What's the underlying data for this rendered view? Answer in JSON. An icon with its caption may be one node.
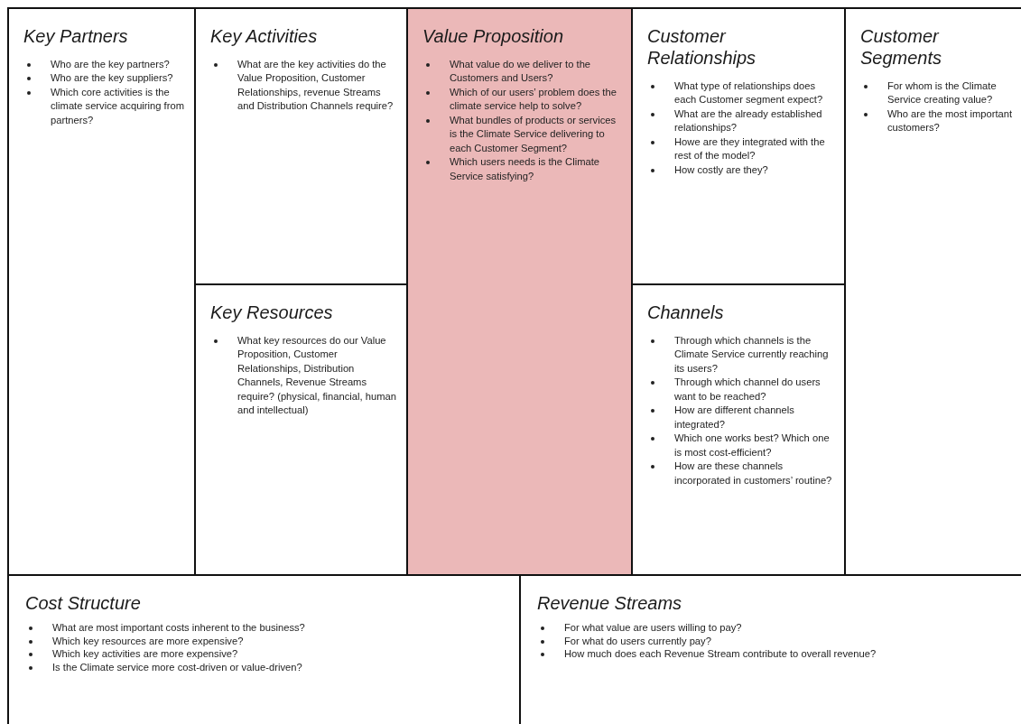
{
  "diagram": {
    "nodes": [
      {
        "text": [
          "Key Partners",
          "Who are the key partners?",
          "Who are the key suppliers?",
          "Which core activities is the climate service acquiring from partners?"
        ]
      },
      {
        "text": [
          "Key Activities",
          "What are the key activities do the Value Proposition, Customer Relationships, revenue Streams and Distribution Channels require?"
        ]
      },
      {
        "text": [
          "Key Resources",
          "What key resources do our Value Proposition, Customer Relationships, Distribution Channels, Revenue Streams require? (physical, financial, human and intellectual)"
        ]
      },
      {
        "text": [
          "Value Proposition",
          "What value do we deliver to the Customers and Users?",
          "Which of our users’ problem does the climate service help to solve?",
          "What bundles of products or services is the Climate Service delivering to each Customer Segment?",
          "Which users needs is the Climate Service satisfying?"
        ]
      },
      {
        "text": [
          "Customer Relationships",
          "What type of relationships does each Customer segment expect?",
          "What are the already established relationships?",
          "Howe are they integrated with the rest of the model?",
          "How costly are they?"
        ]
      },
      {
        "text": [
          "Channels",
          "Through which channels is the Climate Service currently reaching its users?",
          "Through which channel do users want to be reached?",
          "How are different channels integrated?",
          "Which one works best? Which one is most cost-efficient?",
          "How are these channels incorporated in customers’ routine?"
        ]
      },
      {
        "text": [
          "Customer Segments",
          "For whom is the Climate Service creating value?",
          "Who are the most important customers?"
        ]
      },
      {
        "text": [
          "Cost Structure",
          "What are most important costs inherent to the business?",
          "Which key resources are more expensive?",
          "Which key activities are more expensive?",
          "Is the Climate service more cost-driven or value-driven?"
        ]
      },
      {
        "text": [
          "Revenue Streams",
          "For what value are users willing to pay?",
          "For what do users currently pay?",
          "How much does each Revenue Stream contribute to overall revenue?"
        ]
      }
    ]
  }
}
